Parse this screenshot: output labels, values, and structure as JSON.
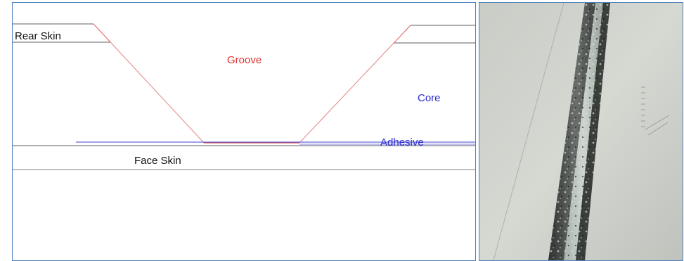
{
  "diagram": {
    "labels": {
      "rear_skin": "Rear Skin",
      "groove": "Groove",
      "core": "Core",
      "adhesive": "Adhesive",
      "face_skin": "Face Skin"
    },
    "colors": {
      "skin_line": "#7f7f7f",
      "groove_line": "#e06060",
      "groove_text": "#e03030",
      "core_text": "#2a2ad0",
      "adhesive_line": "#4040d0",
      "skin_text": "#111111",
      "panel_border": "#4f81bd"
    }
  },
  "photo": {
    "description_icon": "groove-photo"
  }
}
